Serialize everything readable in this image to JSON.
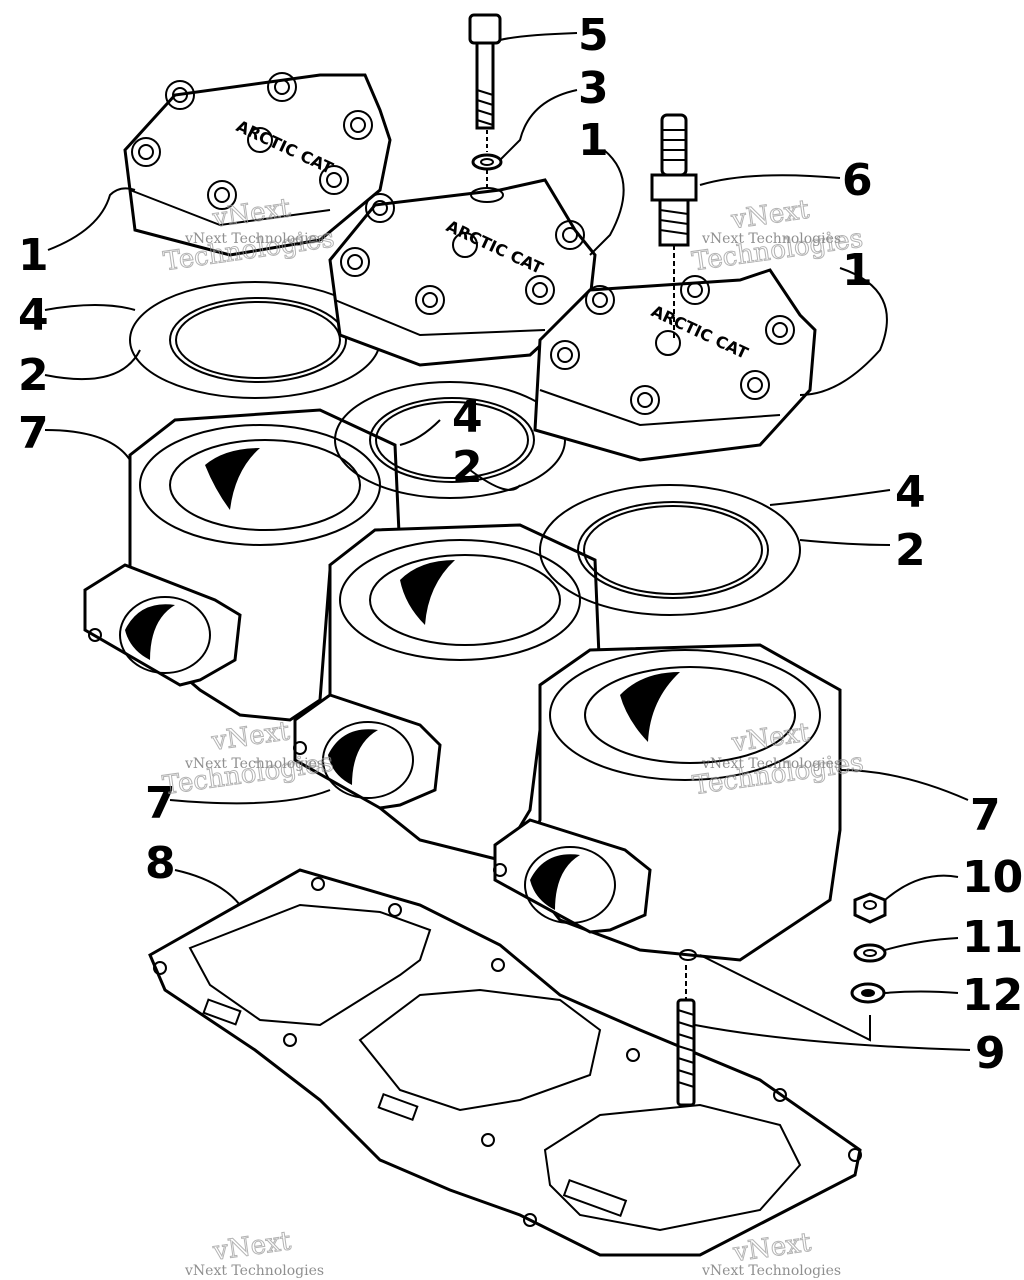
{
  "callouts": [
    {
      "id": "c1a",
      "text": "1"
    },
    {
      "id": "c1b",
      "text": "1"
    },
    {
      "id": "c1c",
      "text": "1"
    },
    {
      "id": "c2a",
      "text": "2"
    },
    {
      "id": "c2b",
      "text": "2"
    },
    {
      "id": "c2c",
      "text": "2"
    },
    {
      "id": "c3",
      "text": "3"
    },
    {
      "id": "c4a",
      "text": "4"
    },
    {
      "id": "c4b",
      "text": "4"
    },
    {
      "id": "c4c",
      "text": "4"
    },
    {
      "id": "c5",
      "text": "5"
    },
    {
      "id": "c6",
      "text": "6"
    },
    {
      "id": "c7a",
      "text": "7"
    },
    {
      "id": "c7b",
      "text": "7"
    },
    {
      "id": "c7c",
      "text": "7"
    },
    {
      "id": "c8",
      "text": "8"
    },
    {
      "id": "c9",
      "text": "9"
    },
    {
      "id": "c10",
      "text": "10"
    },
    {
      "id": "c11",
      "text": "11"
    },
    {
      "id": "c12",
      "text": "12"
    }
  ],
  "watermark": {
    "line1": "vNext",
    "line2": "Technologies",
    "small": "vNext Technologies"
  },
  "head_casting_text": "ARCTIC CAT"
}
